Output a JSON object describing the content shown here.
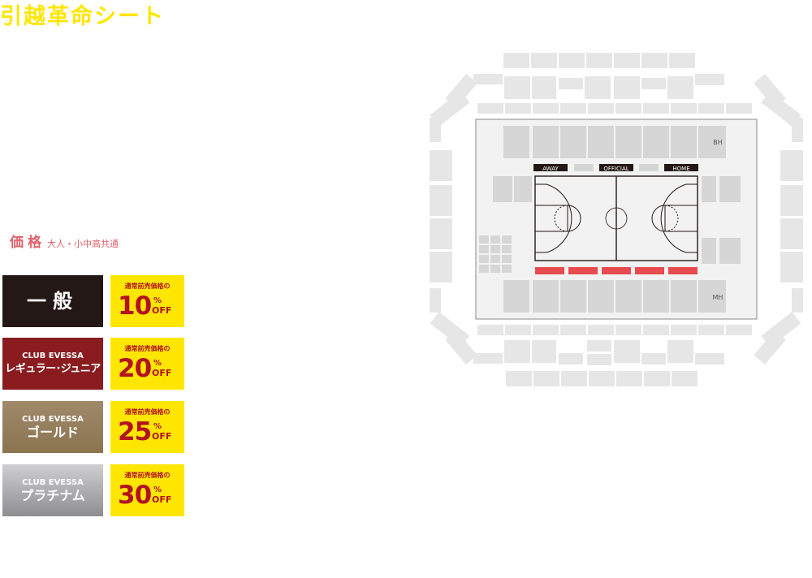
{
  "title": "引越革命シート",
  "price": {
    "heading": "価格",
    "note": "大人・小中高共通"
  },
  "tiers": [
    {
      "club": "",
      "name": "一般",
      "discount_caption": "通常前売価格の",
      "discount_value": "10",
      "percent": "%",
      "off": "OFF"
    },
    {
      "club": "CLUB EVESSA",
      "name": "レギュラー･ジュニア",
      "discount_caption": "通常前売価格の",
      "discount_value": "20",
      "percent": "%",
      "off": "OFF"
    },
    {
      "club": "CLUB EVESSA",
      "name": "ゴールド",
      "discount_caption": "通常前売価格の",
      "discount_value": "25",
      "percent": "%",
      "off": "OFF"
    },
    {
      "club": "CLUB EVESSA",
      "name": "プラチナム",
      "discount_caption": "通常前売価格の",
      "discount_value": "30",
      "percent": "%",
      "off": "OFF"
    }
  ],
  "seatmap": {
    "labels": {
      "away": "AWAY",
      "official": "OFFICIAL",
      "home": "HOME",
      "bh": "BH",
      "mh": "MH"
    },
    "colors": {
      "seat": "#e6e6e6",
      "seat_dark": "#d6d6d6",
      "highlight": "#e84b4f",
      "court_line": "#231815",
      "floor": "#f2f2f2"
    }
  }
}
